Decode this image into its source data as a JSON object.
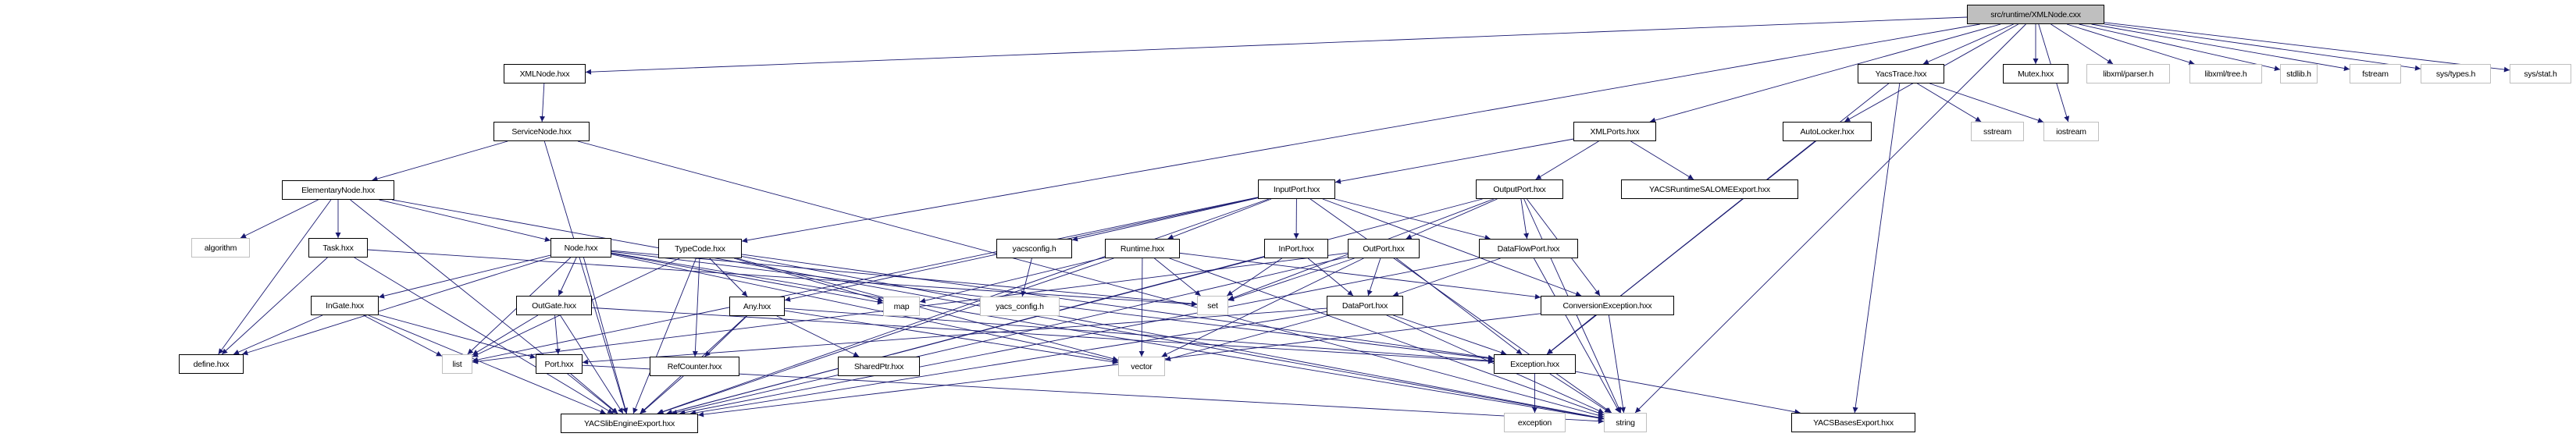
{
  "graph": {
    "title": "src/runtime/XMLNode.cxx include dependency graph",
    "edge_color": "#191970",
    "root": "XMLNode.cxx",
    "nodes": [
      {
        "id": "XMLNode.cxx",
        "label": "src/runtime/XMLNode.cxx",
        "kind": "root"
      },
      {
        "id": "XMLNode.hxx",
        "label": "XMLNode.hxx",
        "kind": "project"
      },
      {
        "id": "ServiceNode.hxx",
        "label": "ServiceNode.hxx",
        "kind": "project"
      },
      {
        "id": "ElementaryNode.hxx",
        "label": "ElementaryNode.hxx",
        "kind": "project"
      },
      {
        "id": "algorithm",
        "label": "algorithm",
        "kind": "external"
      },
      {
        "id": "Task.hxx",
        "label": "Task.hxx",
        "kind": "project"
      },
      {
        "id": "Node.hxx",
        "label": "Node.hxx",
        "kind": "project"
      },
      {
        "id": "TypeCode.hxx",
        "label": "TypeCode.hxx",
        "kind": "project"
      },
      {
        "id": "InGate.hxx",
        "label": "InGate.hxx",
        "kind": "project"
      },
      {
        "id": "OutGate.hxx",
        "label": "OutGate.hxx",
        "kind": "project"
      },
      {
        "id": "Any.hxx",
        "label": "Any.hxx",
        "kind": "project"
      },
      {
        "id": "define.hxx",
        "label": "define.hxx",
        "kind": "project"
      },
      {
        "id": "list",
        "label": "list",
        "kind": "external"
      },
      {
        "id": "Port.hxx",
        "label": "Port.hxx",
        "kind": "project"
      },
      {
        "id": "RefCounter.hxx",
        "label": "RefCounter.hxx",
        "kind": "project"
      },
      {
        "id": "SharedPtr.hxx",
        "label": "SharedPtr.hxx",
        "kind": "project"
      },
      {
        "id": "YACSlibEngineExport.hxx",
        "label": "YACSlibEngineExport.hxx",
        "kind": "project"
      },
      {
        "id": "map",
        "label": "map",
        "kind": "external"
      },
      {
        "id": "yacsconfig.h",
        "label": "yacsconfig.h",
        "kind": "project"
      },
      {
        "id": "yacs_config.h",
        "label": "yacs_config.h",
        "kind": "external"
      },
      {
        "id": "Runtime.hxx",
        "label": "Runtime.hxx",
        "kind": "project"
      },
      {
        "id": "vector",
        "label": "vector",
        "kind": "external"
      },
      {
        "id": "set",
        "label": "set",
        "kind": "external"
      },
      {
        "id": "XMLPorts.hxx",
        "label": "XMLPorts.hxx",
        "kind": "project"
      },
      {
        "id": "InputPort.hxx",
        "label": "InputPort.hxx",
        "kind": "project"
      },
      {
        "id": "OutputPort.hxx",
        "label": "OutputPort.hxx",
        "kind": "project"
      },
      {
        "id": "YACSRuntimeSALOMEExport.hxx",
        "label": "YACSRuntimeSALOMEExport.hxx",
        "kind": "project"
      },
      {
        "id": "InPort.hxx",
        "label": "InPort.hxx",
        "kind": "project"
      },
      {
        "id": "OutPort.hxx",
        "label": "OutPort.hxx",
        "kind": "project"
      },
      {
        "id": "DataFlowPort.hxx",
        "label": "DataFlowPort.hxx",
        "kind": "project"
      },
      {
        "id": "DataPort.hxx",
        "label": "DataPort.hxx",
        "kind": "project"
      },
      {
        "id": "ConversionException.hxx",
        "label": "ConversionException.hxx",
        "kind": "project"
      },
      {
        "id": "Exception.hxx",
        "label": "Exception.hxx",
        "kind": "project"
      },
      {
        "id": "exception",
        "label": "exception",
        "kind": "external"
      },
      {
        "id": "string",
        "label": "string",
        "kind": "external"
      },
      {
        "id": "YACSBasesExport.hxx",
        "label": "YACSBasesExport.hxx",
        "kind": "project"
      },
      {
        "id": "AutoLocker.hxx",
        "label": "AutoLocker.hxx",
        "kind": "project"
      },
      {
        "id": "YacsTrace.hxx",
        "label": "YacsTrace.hxx",
        "kind": "project"
      },
      {
        "id": "sstream",
        "label": "sstream",
        "kind": "external"
      },
      {
        "id": "iostream",
        "label": "iostream",
        "kind": "external"
      },
      {
        "id": "Mutex.hxx",
        "label": "Mutex.hxx",
        "kind": "project"
      },
      {
        "id": "libxml/parser.h",
        "label": "libxml/parser.h",
        "kind": "external"
      },
      {
        "id": "libxml/tree.h",
        "label": "libxml/tree.h",
        "kind": "external"
      },
      {
        "id": "stdlib.h",
        "label": "stdlib.h",
        "kind": "external"
      },
      {
        "id": "fstream",
        "label": "fstream",
        "kind": "external"
      },
      {
        "id": "sys/types.h",
        "label": "sys/types.h",
        "kind": "external"
      },
      {
        "id": "sys/stat.h",
        "label": "sys/stat.h",
        "kind": "external"
      }
    ],
    "edges": [
      [
        "XMLNode.cxx",
        "XMLNode.hxx"
      ],
      [
        "XMLNode.cxx",
        "TypeCode.hxx"
      ],
      [
        "XMLNode.cxx",
        "XMLPorts.hxx"
      ],
      [
        "XMLNode.cxx",
        "AutoLocker.hxx"
      ],
      [
        "XMLNode.cxx",
        "YacsTrace.hxx"
      ],
      [
        "XMLNode.cxx",
        "Mutex.hxx"
      ],
      [
        "XMLNode.cxx",
        "iostream"
      ],
      [
        "XMLNode.cxx",
        "libxml/parser.h"
      ],
      [
        "XMLNode.cxx",
        "libxml/tree.h"
      ],
      [
        "XMLNode.cxx",
        "stdlib.h"
      ],
      [
        "XMLNode.cxx",
        "fstream"
      ],
      [
        "XMLNode.cxx",
        "sys/types.h"
      ],
      [
        "XMLNode.cxx",
        "sys/stat.h"
      ],
      [
        "XMLNode.cxx",
        "string"
      ],
      [
        "XMLNode.hxx",
        "ServiceNode.hxx"
      ],
      [
        "ServiceNode.hxx",
        "ElementaryNode.hxx"
      ],
      [
        "ServiceNode.hxx",
        "YACSlibEngineExport.hxx"
      ],
      [
        "ServiceNode.hxx",
        "string"
      ],
      [
        "ElementaryNode.hxx",
        "algorithm"
      ],
      [
        "ElementaryNode.hxx",
        "Task.hxx"
      ],
      [
        "ElementaryNode.hxx",
        "Node.hxx"
      ],
      [
        "ElementaryNode.hxx",
        "define.hxx"
      ],
      [
        "ElementaryNode.hxx",
        "YACSlibEngineExport.hxx"
      ],
      [
        "ElementaryNode.hxx",
        "string"
      ],
      [
        "Task.hxx",
        "define.hxx"
      ],
      [
        "Task.hxx",
        "YACSlibEngineExport.hxx"
      ],
      [
        "Task.hxx",
        "set"
      ],
      [
        "Node.hxx",
        "InGate.hxx"
      ],
      [
        "Node.hxx",
        "OutGate.hxx"
      ],
      [
        "Node.hxx",
        "Exception.hxx"
      ],
      [
        "Node.hxx",
        "define.hxx"
      ],
      [
        "Node.hxx",
        "list"
      ],
      [
        "Node.hxx",
        "map"
      ],
      [
        "Node.hxx",
        "set"
      ],
      [
        "Node.hxx",
        "vector"
      ],
      [
        "Node.hxx",
        "string"
      ],
      [
        "Node.hxx",
        "YACSlibEngineExport.hxx"
      ],
      [
        "TypeCode.hxx",
        "Any.hxx"
      ],
      [
        "TypeCode.hxx",
        "RefCounter.hxx"
      ],
      [
        "TypeCode.hxx",
        "Exception.hxx"
      ],
      [
        "TypeCode.hxx",
        "YACSlibEngineExport.hxx"
      ],
      [
        "TypeCode.hxx",
        "string"
      ],
      [
        "TypeCode.hxx",
        "list"
      ],
      [
        "TypeCode.hxx",
        "map"
      ],
      [
        "TypeCode.hxx",
        "vector"
      ],
      [
        "InGate.hxx",
        "define.hxx"
      ],
      [
        "InGate.hxx",
        "list"
      ],
      [
        "InGate.hxx",
        "Port.hxx"
      ],
      [
        "InGate.hxx",
        "YACSlibEngineExport.hxx"
      ],
      [
        "OutGate.hxx",
        "list"
      ],
      [
        "OutGate.hxx",
        "Port.hxx"
      ],
      [
        "OutGate.hxx",
        "Exception.hxx"
      ],
      [
        "OutGate.hxx",
        "YACSlibEngineExport.hxx"
      ],
      [
        "Any.hxx",
        "RefCounter.hxx"
      ],
      [
        "Any.hxx",
        "SharedPtr.hxx"
      ],
      [
        "Any.hxx",
        "Exception.hxx"
      ],
      [
        "Any.hxx",
        "vector"
      ],
      [
        "Any.hxx",
        "YACSlibEngineExport.hxx"
      ],
      [
        "Port.hxx",
        "YACSlibEngineExport.hxx"
      ],
      [
        "Port.hxx",
        "string"
      ],
      [
        "RefCounter.hxx",
        "YACSlibEngineExport.hxx"
      ],
      [
        "yacsconfig.h",
        "yacs_config.h"
      ],
      [
        "Runtime.hxx",
        "map"
      ],
      [
        "Runtime.hxx",
        "set"
      ],
      [
        "Runtime.hxx",
        "vector"
      ],
      [
        "Runtime.hxx",
        "string"
      ],
      [
        "Runtime.hxx",
        "ConversionException.hxx"
      ],
      [
        "Runtime.hxx",
        "YACSlibEngineExport.hxx"
      ],
      [
        "XMLPorts.hxx",
        "InputPort.hxx"
      ],
      [
        "XMLPorts.hxx",
        "OutputPort.hxx"
      ],
      [
        "XMLPorts.hxx",
        "YACSRuntimeSALOMEExport.hxx"
      ],
      [
        "InputPort.hxx",
        "yacsconfig.h"
      ],
      [
        "InputPort.hxx",
        "Runtime.hxx"
      ],
      [
        "InputPort.hxx",
        "InPort.hxx"
      ],
      [
        "InputPort.hxx",
        "DataFlowPort.hxx"
      ],
      [
        "InputPort.hxx",
        "ConversionException.hxx"
      ],
      [
        "InputPort.hxx",
        "Any.hxx"
      ],
      [
        "InputPort.hxx",
        "list"
      ],
      [
        "InputPort.hxx",
        "string"
      ],
      [
        "InputPort.hxx",
        "YACSlibEngineExport.hxx"
      ],
      [
        "OutputPort.hxx",
        "OutPort.hxx"
      ],
      [
        "OutputPort.hxx",
        "DataFlowPort.hxx"
      ],
      [
        "OutputPort.hxx",
        "ConversionException.hxx"
      ],
      [
        "OutputPort.hxx",
        "set"
      ],
      [
        "OutputPort.hxx",
        "string"
      ],
      [
        "OutputPort.hxx",
        "YACSlibEngineExport.hxx"
      ],
      [
        "InPort.hxx",
        "DataPort.hxx"
      ],
      [
        "InPort.hxx",
        "set"
      ],
      [
        "InPort.hxx",
        "YACSlibEngineExport.hxx"
      ],
      [
        "OutPort.hxx",
        "DataPort.hxx"
      ],
      [
        "OutPort.hxx",
        "Exception.hxx"
      ],
      [
        "OutPort.hxx",
        "set"
      ],
      [
        "OutPort.hxx",
        "list"
      ],
      [
        "OutPort.hxx",
        "vector"
      ],
      [
        "OutPort.hxx",
        "YACSlibEngineExport.hxx"
      ],
      [
        "DataFlowPort.hxx",
        "DataPort.hxx"
      ],
      [
        "DataFlowPort.hxx",
        "string"
      ],
      [
        "DataFlowPort.hxx",
        "YACSlibEngineExport.hxx"
      ],
      [
        "DataPort.hxx",
        "Port.hxx"
      ],
      [
        "DataPort.hxx",
        "Exception.hxx"
      ],
      [
        "DataPort.hxx",
        "vector"
      ],
      [
        "DataPort.hxx",
        "string"
      ],
      [
        "DataPort.hxx",
        "YACSlibEngineExport.hxx"
      ],
      [
        "ConversionException.hxx",
        "Exception.hxx"
      ],
      [
        "ConversionException.hxx",
        "string"
      ],
      [
        "ConversionException.hxx",
        "YACSlibEngineExport.hxx"
      ],
      [
        "Exception.hxx",
        "exception"
      ],
      [
        "Exception.hxx",
        "string"
      ],
      [
        "Exception.hxx",
        "YACSBasesExport.hxx"
      ],
      [
        "AutoLocker.hxx",
        "Exception.hxx"
      ],
      [
        "YacsTrace.hxx",
        "sstream"
      ],
      [
        "YacsTrace.hxx",
        "iostream"
      ],
      [
        "YacsTrace.hxx",
        "Exception.hxx"
      ],
      [
        "YacsTrace.hxx",
        "YACSBasesExport.hxx"
      ]
    ]
  }
}
